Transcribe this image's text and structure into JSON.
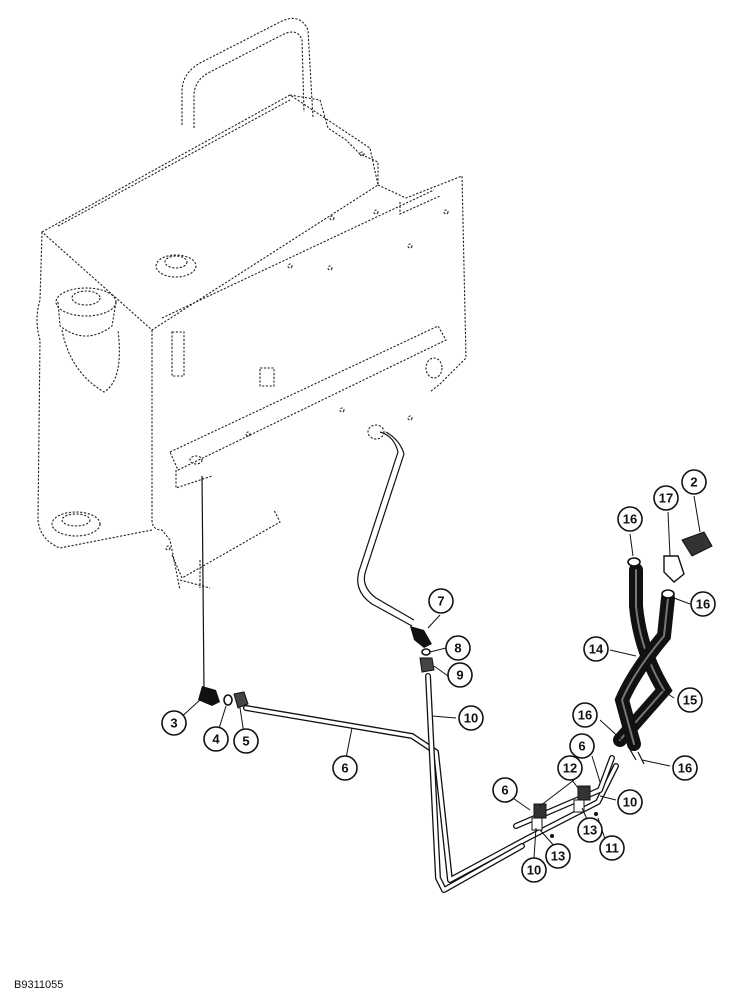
{
  "figure_code": "B9311055",
  "callouts": [
    {
      "num": "2"
    },
    {
      "num": "17"
    },
    {
      "num": "16"
    },
    {
      "num": "16"
    },
    {
      "num": "7"
    },
    {
      "num": "8"
    },
    {
      "num": "9"
    },
    {
      "num": "14"
    },
    {
      "num": "15"
    },
    {
      "num": "3"
    },
    {
      "num": "4"
    },
    {
      "num": "5"
    },
    {
      "num": "10"
    },
    {
      "num": "6"
    },
    {
      "num": "16"
    },
    {
      "num": "16"
    },
    {
      "num": "6"
    },
    {
      "num": "12"
    },
    {
      "num": "6"
    },
    {
      "num": "10"
    },
    {
      "num": "13"
    },
    {
      "num": "11"
    },
    {
      "num": "10"
    },
    {
      "num": "13"
    }
  ]
}
